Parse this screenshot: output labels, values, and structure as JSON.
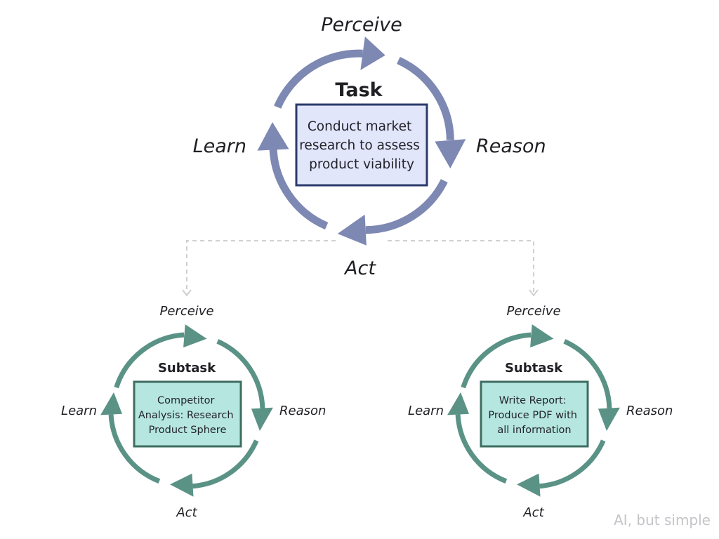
{
  "colors": {
    "main_arrow": "#7d88b3",
    "main_box_fill": "#e2e6fb",
    "main_box_border": "#2c3a6b",
    "sub_arrow": "#5a9286",
    "sub_box_fill": "#b5e6df",
    "sub_box_border": "#3e6d62",
    "connector": "#d0d0d0",
    "watermark": "#c4c4c9"
  },
  "main_cycle": {
    "title": "Task",
    "phases": {
      "perceive": "Perceive",
      "reason": "Reason",
      "act": "Act",
      "learn": "Learn"
    },
    "box_lines": [
      "Conduct market",
      "research to assess",
      "product viability"
    ]
  },
  "subtasks": [
    {
      "title": "Subtask",
      "phases": {
        "perceive": "Perceive",
        "reason": "Reason",
        "act": "Act",
        "learn": "Learn"
      },
      "box_lines": [
        "Competitor",
        "Analysis: Research",
        "Product Sphere"
      ]
    },
    {
      "title": "Subtask",
      "phases": {
        "perceive": "Perceive",
        "reason": "Reason",
        "act": "Act",
        "learn": "Learn"
      },
      "box_lines": [
        "Write Report:",
        "Produce PDF with",
        "all information"
      ]
    }
  ],
  "watermark": "AI, but simple"
}
